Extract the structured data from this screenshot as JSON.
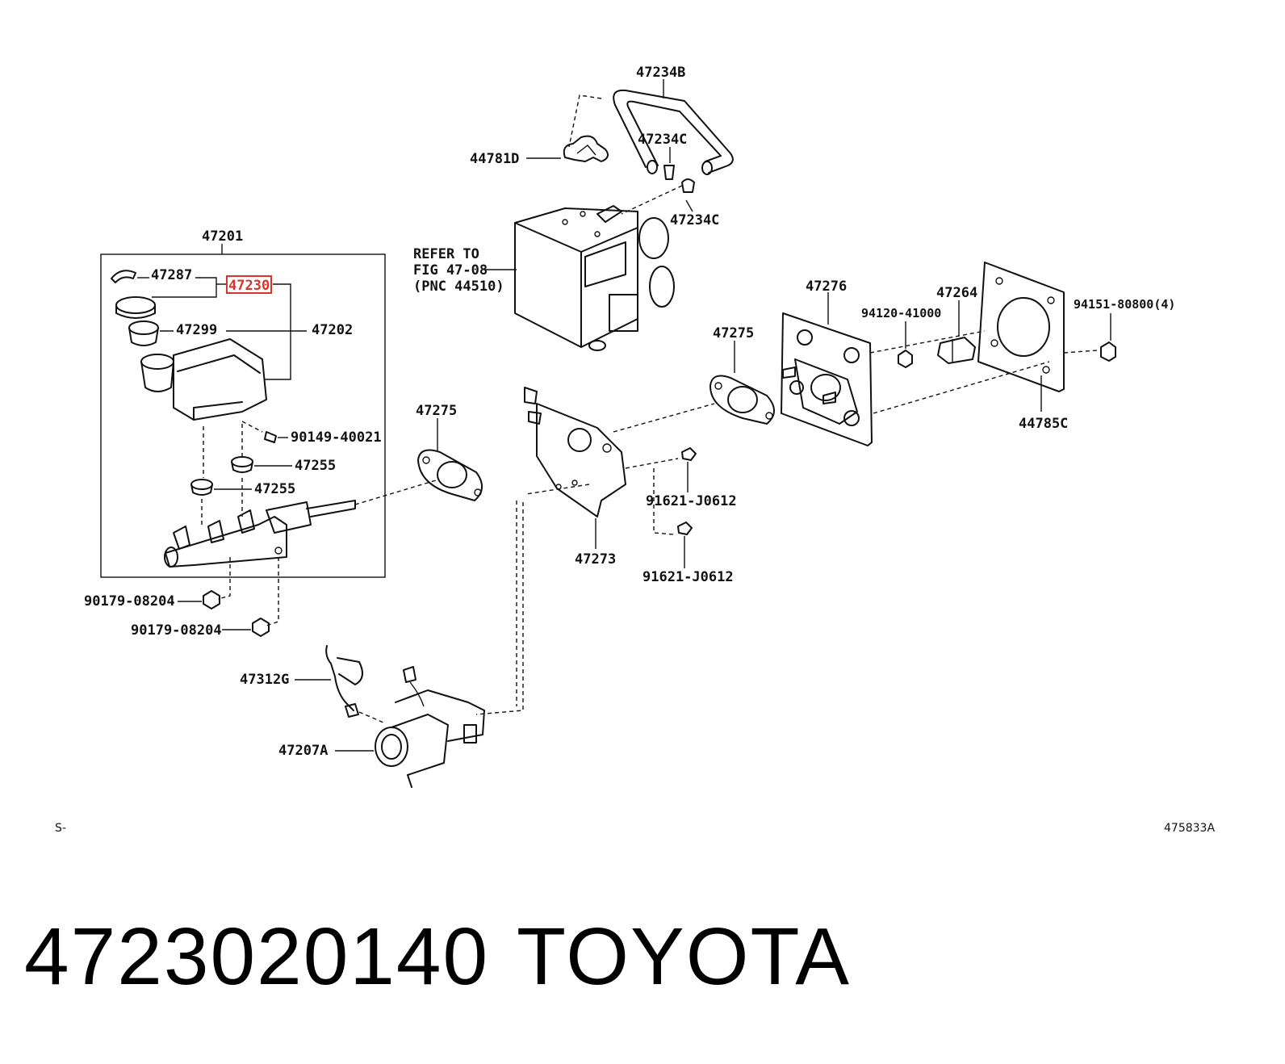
{
  "labels": {
    "p47234B": "47234B",
    "p47234C_a": "47234C",
    "p44781D": "44781D",
    "p47234C_b": "47234C",
    "p47201": "47201",
    "refer": [
      "REFER TO",
      "FIG 47-08",
      "(PNC 44510)"
    ],
    "p47287": "47287",
    "p47230": "47230",
    "p47299": "47299",
    "p47202": "47202",
    "p90149": "90149-40021",
    "p47255_a": "47255",
    "p47255_b": "47255",
    "p47275_a": "47275",
    "p47275_b": "47275",
    "p47276": "47276",
    "p94120": "94120-41000",
    "p47264": "47264",
    "p94151": "94151-80800(4)",
    "p44785C": "44785C",
    "p91621_a": "91621-J0612",
    "p91621_b": "91621-J0612",
    "p47273": "47273",
    "p90179_a": "90179-08204",
    "p90179_b": "90179-08204",
    "p47312G": "47312G",
    "p47207A": "47207A",
    "corner_left": "S-",
    "corner_right": "475833A"
  },
  "highlight_color": "#d9342b",
  "footer": {
    "part_number": "4723020140",
    "brand": "TOYOTA"
  }
}
